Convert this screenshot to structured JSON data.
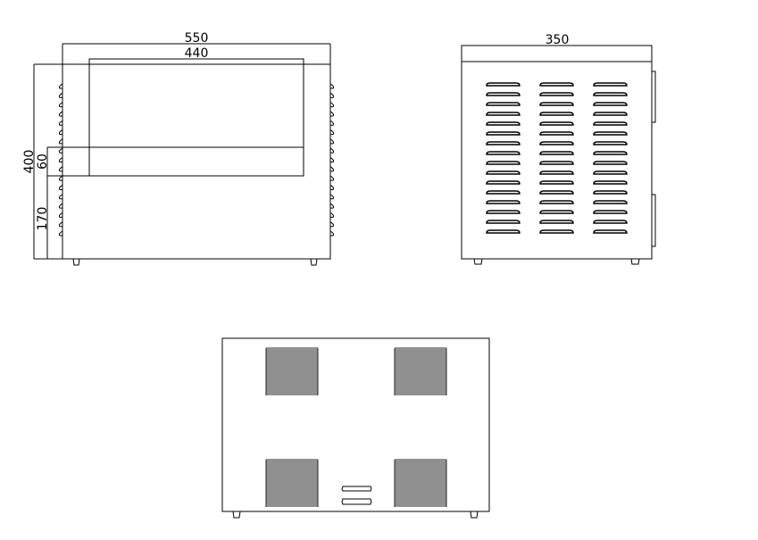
{
  "drawing": {
    "front_view": {
      "dimensions": {
        "overall_width": "550",
        "inner_width": "440",
        "overall_height": "400",
        "panel_height": "60",
        "base_height": "170"
      },
      "louvers_per_side": 17
    },
    "side_view": {
      "dimensions": {
        "depth": "350"
      },
      "vent_columns": 3,
      "vent_rows": 16
    },
    "bottom_view": {
      "grilles": 4,
      "connectors": 2
    },
    "colors": {
      "line": "#000000",
      "background": "#ffffff"
    }
  }
}
